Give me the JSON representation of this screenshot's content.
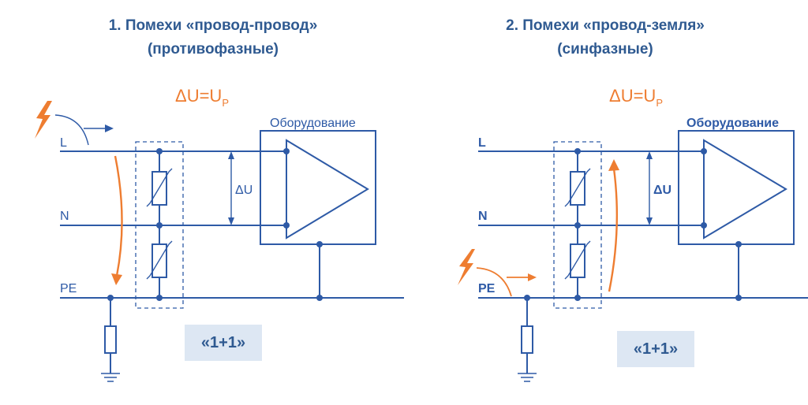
{
  "left": {
    "title_line1": "1.    Помехи «провод-провод»",
    "title_line2": "(противофазные)",
    "formula_main": "ΔU=U",
    "formula_sub": "P",
    "equipment_label": "Оборудование",
    "delta_label": "ΔU",
    "line_L": "L",
    "line_N": "N",
    "line_PE": "PE",
    "scheme_label": "«1+1»"
  },
  "right": {
    "title_line1": "2. Помехи «провод-земля»",
    "title_line2": "(синфазные)",
    "formula_main": "ΔU=U",
    "formula_sub": "P",
    "equipment_label": "Оборудование",
    "delta_label": "ΔU",
    "line_L": "L",
    "line_N": "N",
    "line_PE": "PE",
    "scheme_label": "«1+1»"
  },
  "colors": {
    "wire": "#2e5aa6",
    "title": "#2f5a91",
    "accent": "#ee7d31",
    "label_bg": "#dde7f3"
  }
}
